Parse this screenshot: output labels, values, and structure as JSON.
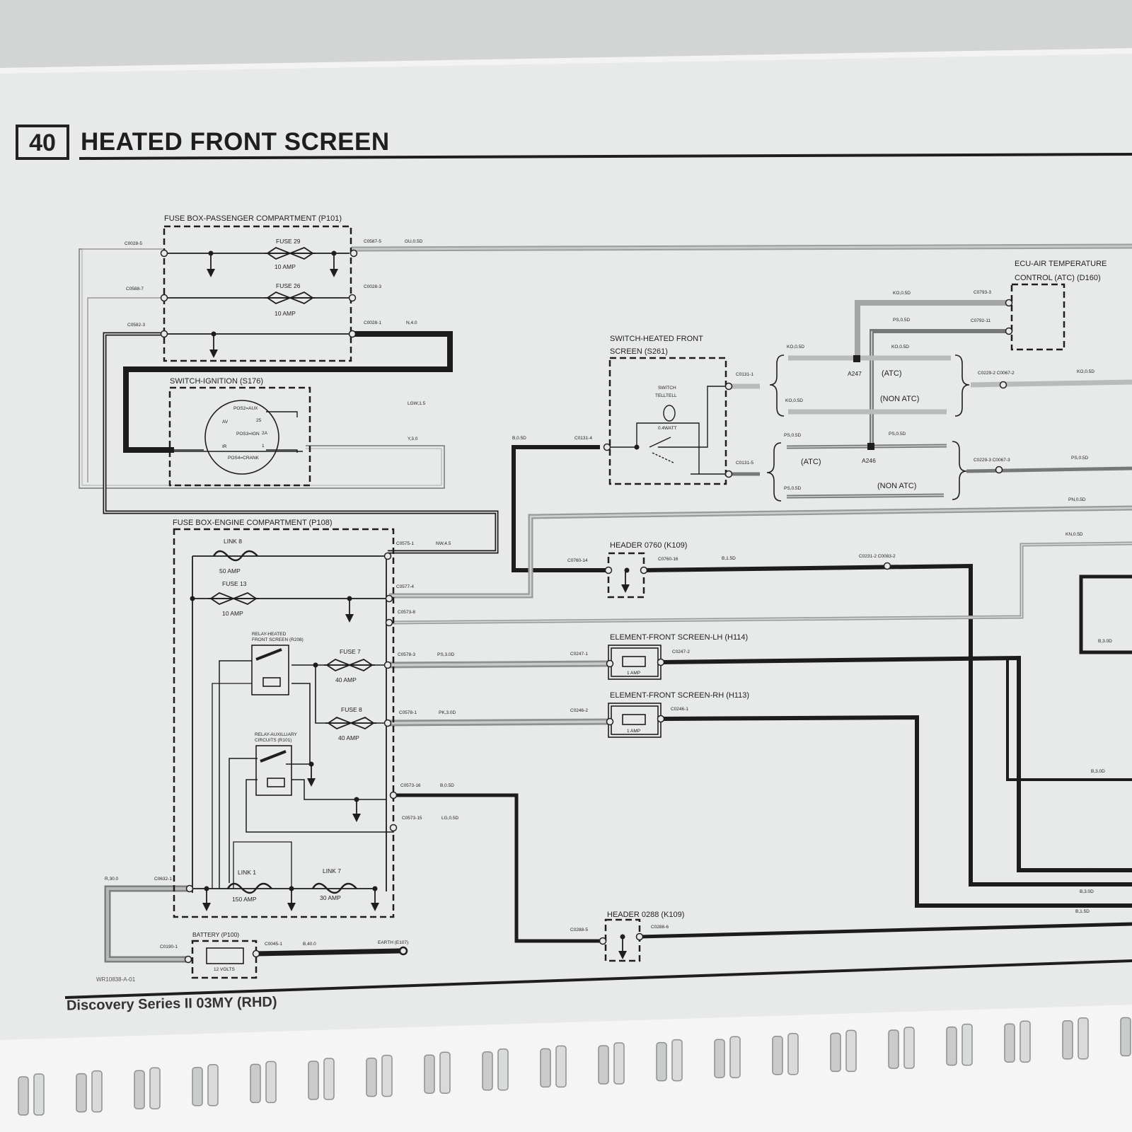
{
  "page": {
    "number": "40",
    "title": "HEATED FRONT SCREEN",
    "footer": "Discovery Series II 03MY (RHD)",
    "drawing_ref": "WR10838-A-01"
  },
  "components": {
    "fusebox_passenger": "FUSE BOX-PASSENGER COMPARTMENT (P101)",
    "fusebox_engine": "FUSE BOX-ENGINE COMPARTMENT (P108)",
    "switch_ignition": "SWITCH-IGNITION (S176)",
    "switch_hfs_line1": "SWITCH-HEATED FRONT",
    "switch_hfs_line2": "SCREEN (S261)",
    "ecu_line1": "ECU-AIR TEMPERATURE",
    "ecu_line2": "CONTROL (ATC) (D160)",
    "header_0760": "HEADER 0760 (K109)",
    "header_0288": "HEADER 0288 (K109)",
    "element_lh": "ELEMENT-FRONT SCREEN-LH (H114)",
    "element_rh": "ELEMENT-FRONT SCREEN-RH (H113)",
    "relay_hfs_line1": "RELAY-HEATED",
    "relay_hfs_line2": "FRONT SCREEN (R208)",
    "relay_aux_line1": "RELAY-AUXILLIARY",
    "relay_aux_line2": "CIRCUITS (R101)",
    "battery": "BATTERY (P100)",
    "earth": "EARTH (E107)",
    "switch_inner_line1": "SWITCH",
    "switch_inner_line2": "TELLTELL",
    "switch_bulb": "0.4WATT",
    "element_fuse": "1 AMP",
    "battery_inner": "12 VOLTS"
  },
  "fuses": [
    {
      "name": "FUSE 29",
      "rating": "10 AMP"
    },
    {
      "name": "FUSE 26",
      "rating": "10 AMP"
    },
    {
      "name": "LINK 8",
      "rating": "50 AMP"
    },
    {
      "name": "FUSE 13",
      "rating": "10 AMP"
    },
    {
      "name": "FUSE 7",
      "rating": "40 AMP"
    },
    {
      "name": "FUSE 8",
      "rating": "40 AMP"
    },
    {
      "name": "LINK 1",
      "rating": "150 AMP"
    },
    {
      "name": "LINK 7",
      "rating": "30 AMP"
    }
  ],
  "ignition_positions": [
    "POS2=AUX",
    "POS3=IGN",
    "POS4=CRANK",
    "AV",
    "IR",
    "25",
    "2A",
    "1"
  ],
  "connectors": [
    "C0028-5",
    "C0588-7",
    "C0582-3",
    "C0587-5",
    "C0028-3",
    "C0028-1",
    "C0131-1",
    "C0131-4",
    "C0131-5",
    "C0793-3",
    "C0792-11",
    "C0229-2 C0067-2",
    "C0229-3 C0067-3",
    "C0575-1",
    "C0577-4",
    "C0573-8",
    "C0578-3",
    "C0578-1",
    "C0573-16",
    "C0573-15",
    "C0760-14",
    "C0760-16",
    "C0231-2 C0083-2",
    "C0247-1",
    "C0247-2",
    "C0246-2",
    "C0246-1",
    "C0288-5",
    "C0288-6",
    "C0632-1",
    "C0190-1",
    "C0045-1"
  ],
  "wires": [
    "GU,0.5D",
    "N,4.0",
    "LGW,1.5",
    "Y,3.0",
    "B,0.5D",
    "KO,0.5D",
    "PS,0.5D",
    "PN,0.5D",
    "KN,0.5D",
    "NW,4.5",
    "B,1.5D",
    "PS,3.0D",
    "PK,3.0D",
    "B,0.5D",
    "LG,0.5D",
    "R,30.0",
    "B,40.0",
    "B,3.0D",
    "B,1.5D",
    "B,3.0D",
    "B,1.5D"
  ],
  "splices": [
    "A247",
    "A246"
  ],
  "variants": [
    "(ATC)",
    "(NON ATC)",
    "(ATC)",
    "(NON ATC)"
  ],
  "colors": {
    "page": "#e9ecea",
    "wire_dark": "#1c1c1c",
    "wire_grey": "#9a9c9b",
    "wire_light": "#c4c6c5"
  }
}
